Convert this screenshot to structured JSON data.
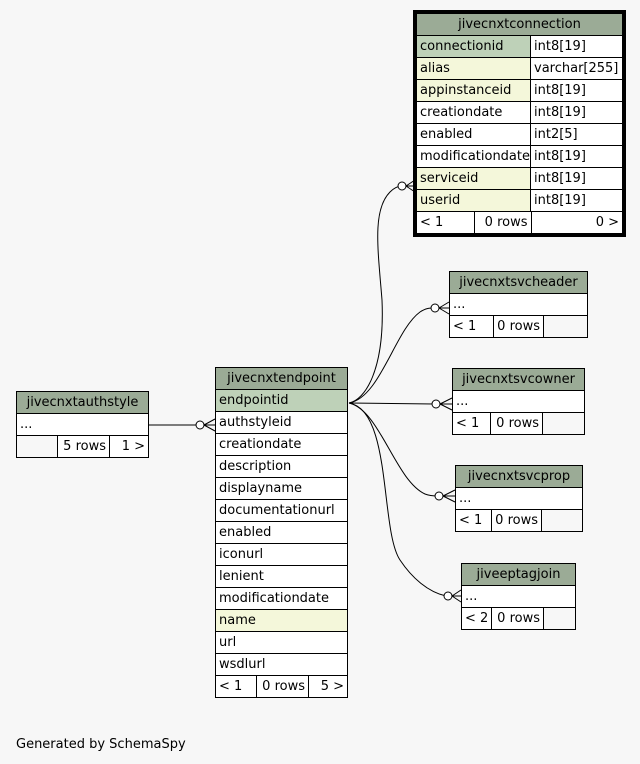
{
  "tables": {
    "jivecnxtconnection": {
      "name": "jivecnxtconnection",
      "columns": [
        {
          "name": "connectionid",
          "type": "int8[19]"
        },
        {
          "name": "alias",
          "type": "varchar[255]"
        },
        {
          "name": "appinstanceid",
          "type": "int8[19]"
        },
        {
          "name": "creationdate",
          "type": "int8[19]"
        },
        {
          "name": "enabled",
          "type": "int2[5]"
        },
        {
          "name": "modificationdate",
          "type": "int8[19]"
        },
        {
          "name": "serviceid",
          "type": "int8[19]"
        },
        {
          "name": "userid",
          "type": "int8[19]"
        }
      ],
      "footer": {
        "parents": "< 1",
        "rows": "0 rows",
        "children": "0 >"
      }
    },
    "jivecnxtsvcheader": {
      "name": "jivecnxtsvcheader",
      "ellipsis": "...",
      "footer": {
        "parents": "< 1",
        "rows": "0 rows"
      }
    },
    "jivecnxtsvcowner": {
      "name": "jivecnxtsvcowner",
      "ellipsis": "...",
      "footer": {
        "parents": "< 1",
        "rows": "0 rows"
      }
    },
    "jivecnxtsvcprop": {
      "name": "jivecnxtsvcprop",
      "ellipsis": "...",
      "footer": {
        "parents": "< 1",
        "rows": "0 rows"
      }
    },
    "jiveeptagjoin": {
      "name": "jiveeptagjoin",
      "ellipsis": "...",
      "footer": {
        "parents": "< 2",
        "rows": "0 rows"
      }
    },
    "jivecnxtauthstyle": {
      "name": "jivecnxtauthstyle",
      "ellipsis": "...",
      "footer": {
        "rows": "5 rows",
        "children": "1 >"
      }
    },
    "jivecnxtendpoint": {
      "name": "jivecnxtendpoint",
      "columns": [
        "endpointid",
        "authstyleid",
        "creationdate",
        "description",
        "displayname",
        "documentationurl",
        "enabled",
        "iconurl",
        "lenient",
        "modificationdate",
        "name",
        "url",
        "wsdlurl"
      ],
      "footer": {
        "parents": "< 1",
        "rows": "0 rows",
        "children": "5 >"
      }
    }
  },
  "footer_text": "Generated by SchemaSpy"
}
